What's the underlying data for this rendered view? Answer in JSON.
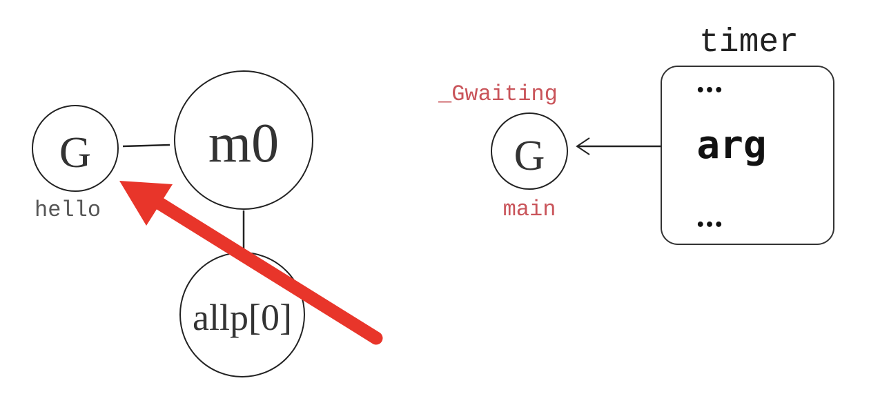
{
  "left_group": {
    "goroutine_label": "G",
    "goroutine_name": "hello",
    "machine_label": "m0",
    "processor_label": "allp[0]"
  },
  "right_group": {
    "status_label": "_Gwaiting",
    "goroutine_label": "G",
    "goroutine_name": "main",
    "timer_title": "timer",
    "timer_fields": [
      "•••",
      "arg",
      "•••"
    ]
  },
  "colors": {
    "highlight_arrow": "#e8352a",
    "status_text": "#c9545a",
    "line": "#222222",
    "name_text": "#555555"
  }
}
